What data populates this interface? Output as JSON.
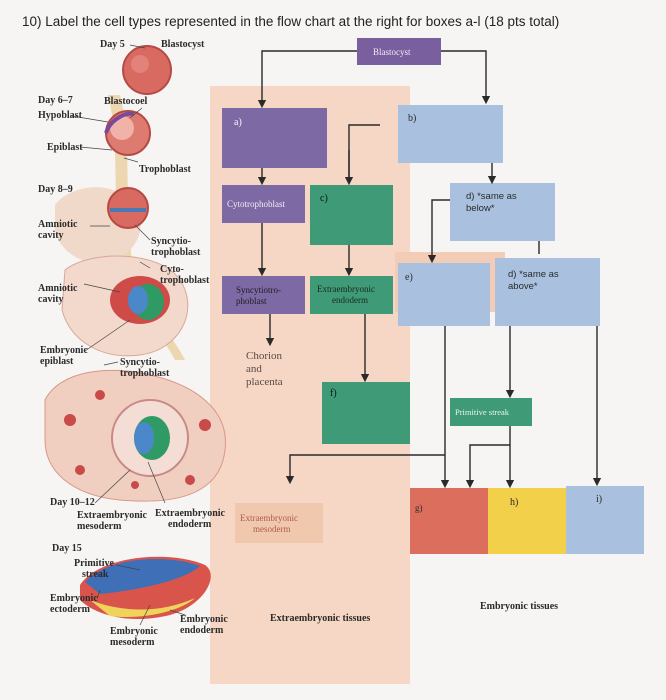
{
  "question": "10) Label the cell types represented in the flow chart at the right for boxes a-l (18 pts total)",
  "left_figure": {
    "day5": "Day 5",
    "blastocyst": "Blastocyst",
    "day6_7": "Day 6–7",
    "blastocoel": "Blastocoel",
    "hypoblast": "Hypoblast",
    "epiblast": "Epiblast",
    "trophoblast": "Trophoblast",
    "day8_9": "Day 8–9",
    "amniotic_cavity_1a": "Amniotic",
    "amniotic_cavity_1b": "cavity",
    "syncytio_1a": "Syncytio-",
    "syncytio_1b": "trophoblast",
    "cyto_1a": "Cyto-",
    "cyto_1b": "trophoblast",
    "amniotic_cavity_2a": "Amniotic",
    "amniotic_cavity_2b": "cavity",
    "embryonic_epiblast_a": "Embryonic",
    "embryonic_epiblast_b": "epiblast",
    "syncytio_2a": "Syncytio-",
    "syncytio_2b": "trophoblast",
    "day10_12": "Day 10–12",
    "extra_meso_a": "Extraembryonic",
    "extra_meso_b": "mesoderm",
    "extra_endo_a": "Extraembryonic",
    "extra_endo_b": "endoderm",
    "day15": "Day 15",
    "primitive_streak_a": "Primitive",
    "primitive_streak_b": "streak",
    "embryonic_ectoderm_a": "Embryonic",
    "embryonic_ectoderm_b": "ectoderm",
    "embryonic_mesoderm_a": "Embryonic",
    "embryonic_mesoderm_b": "mesoderm",
    "embryonic_endoderm_a": "Embryonic",
    "embryonic_endoderm_b": "endoderm"
  },
  "flow_chart": {
    "blastocyst": "Blastocyst",
    "a": "a)",
    "b": "b)",
    "cytotrophoblast": "Cytotrophoblast",
    "c": "c)",
    "d1_a": "d) *same as",
    "d1_b": "below*",
    "syncytiotrophoblast_a": "Syncytiotro-",
    "syncytiotrophoblast_b": "phoblast",
    "extraembryonic_endoderm_a": "Extraembryonic",
    "extraembryonic_endoderm_b": "endoderm",
    "e": "e)",
    "d2_a": "d) *same as",
    "d2_b": "above*",
    "chorion_a": "Chorion",
    "chorion_b": "and",
    "chorion_c": "placenta",
    "f": "f)",
    "primitive_streak": "Primitive streak",
    "extraembryonic_mesoderm_a": "Extraembryonic",
    "extraembryonic_mesoderm_b": "mesoderm",
    "g": "g)",
    "h": "h)",
    "i": "i)",
    "extraembryonic_tissues": "Extraembryonic tissues",
    "embryonic_tissues": "Embryonic tissues"
  },
  "colors": {
    "purple": "#7d6aa5",
    "green": "#3f9a78",
    "blue": "#a9c1df",
    "tan": "#f6d5c3",
    "red": "#dc6e5e",
    "yellow": "#f3d04a",
    "dark_purple_box": "#7a5f9e"
  }
}
